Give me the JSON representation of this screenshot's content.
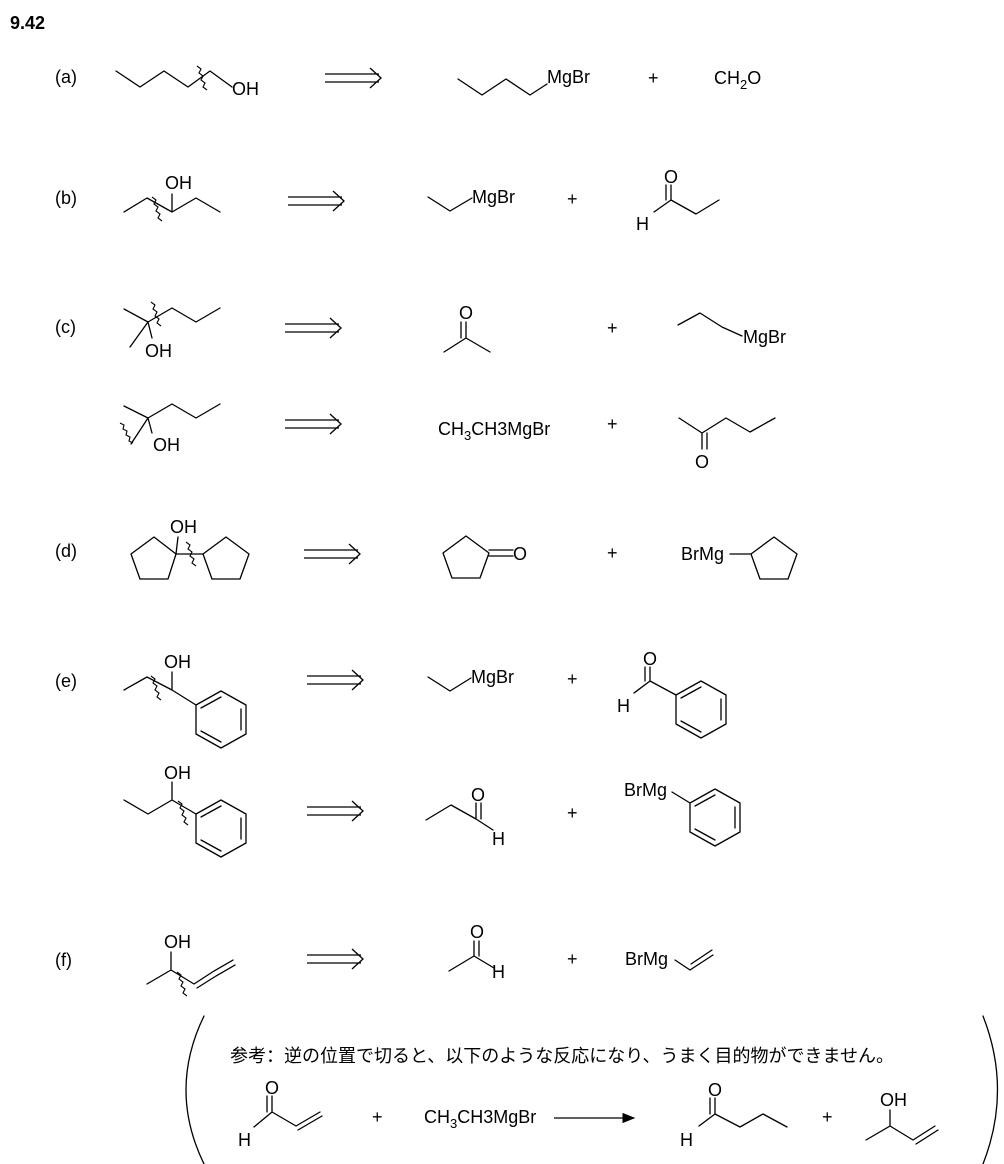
{
  "problem_number": "9.42",
  "parts": [
    {
      "label": "(a)",
      "target_atoms": [
        "OH"
      ],
      "reagents": [
        "MgBr",
        "CH2O"
      ],
      "plus": "+"
    },
    {
      "label": "(b)",
      "target_atoms": [
        "OH"
      ],
      "reagents": [
        "MgBr",
        "O",
        "H"
      ],
      "plus": "+"
    },
    {
      "label": "(c)",
      "target_atoms": [
        "OH",
        "OH"
      ],
      "reagents": [
        "O",
        "MgBr",
        "CH3MgBr",
        "O"
      ],
      "plus": "+"
    },
    {
      "label": "(d)",
      "target_atoms": [
        "OH"
      ],
      "reagents": [
        "O",
        "BrMg"
      ],
      "plus": "+"
    },
    {
      "label": "(e)",
      "target_atoms": [
        "OH",
        "OH"
      ],
      "reagents": [
        "MgBr",
        "O",
        "H",
        "O",
        "H",
        "BrMg"
      ],
      "plus": "+"
    },
    {
      "label": "(f)",
      "target_atoms": [
        "OH"
      ],
      "reagents": [
        "O",
        "H",
        "BrMg"
      ],
      "plus": "+"
    }
  ],
  "note": {
    "text": "参考：逆の位置で切ると、以下のような反応になり、うまく目的物ができません。",
    "reaction": {
      "reagent": "CH3MgBr",
      "atoms": [
        "O",
        "H",
        "O",
        "H",
        "OH"
      ],
      "plus": "+"
    }
  }
}
